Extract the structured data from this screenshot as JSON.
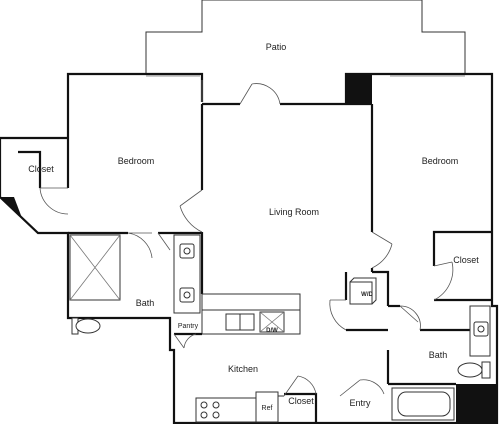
{
  "rooms": {
    "patio": "Patio",
    "bedroom_left": "Bedroom",
    "bedroom_right": "Bedroom",
    "closet_left": "Closet",
    "closet_right": "Closet",
    "closet_entry": "Closet",
    "living_room": "Living Room",
    "bath_left": "Bath",
    "bath_right": "Bath",
    "kitchen": "Kitchen",
    "pantry": "Pantry",
    "entry": "Entry"
  },
  "appliances": {
    "washer_dryer": "W/D",
    "dishwasher": "D/W",
    "refrigerator": "Ref"
  }
}
